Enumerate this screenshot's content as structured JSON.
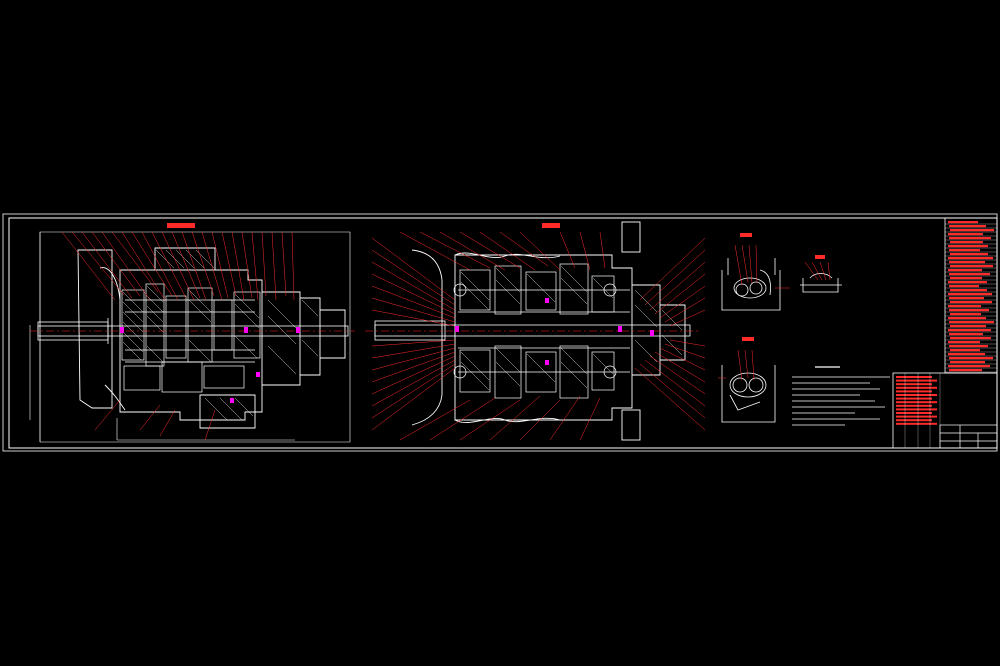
{
  "colors": {
    "background": "#000000",
    "linework": "#ffffff",
    "dimension": "#ff2a2a",
    "centerline": "#ff2a2a",
    "highlight": "#ff00ff"
  },
  "sheet": {
    "views": [
      {
        "kind": "side-section-assembly"
      },
      {
        "kind": "unfolded-section-assembly"
      },
      {
        "kind": "detail-view-upper"
      },
      {
        "kind": "detail-view-lower"
      },
      {
        "kind": "detail-view-small"
      },
      {
        "kind": "technical-requirements-notes"
      },
      {
        "kind": "parts-list-table"
      },
      {
        "kind": "title-block"
      }
    ]
  }
}
